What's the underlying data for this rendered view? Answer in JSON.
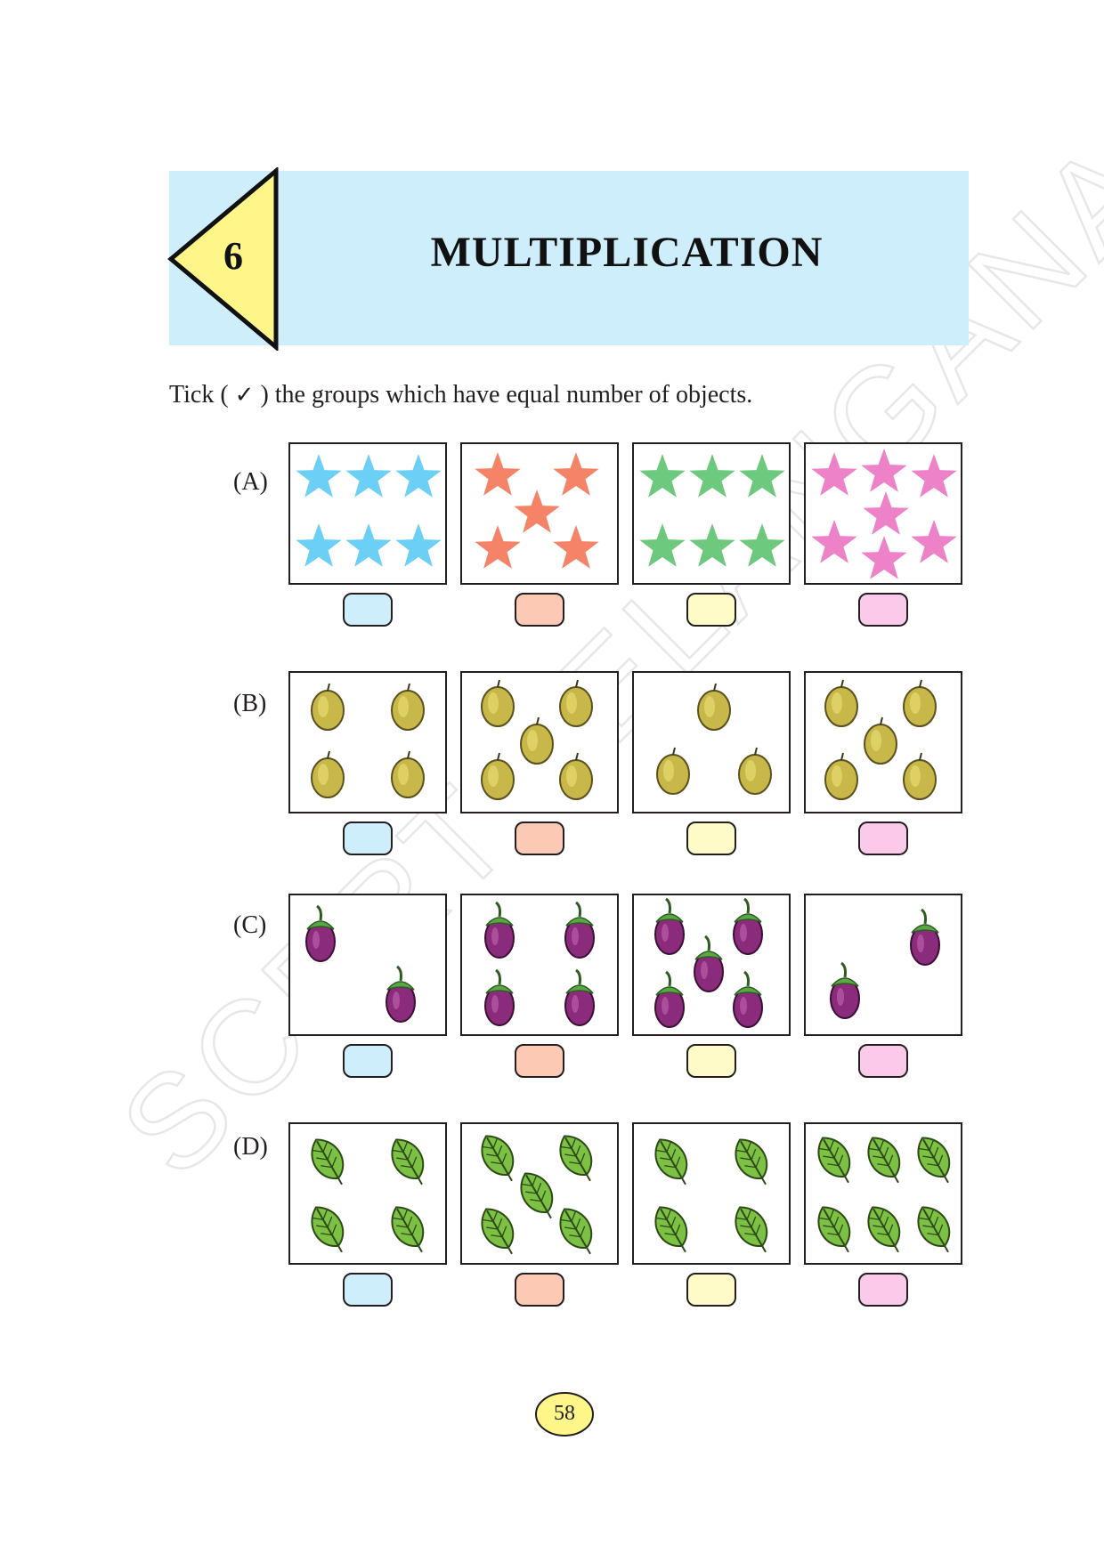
{
  "chapter": {
    "number": "6",
    "title": "MULTIPLICATION"
  },
  "instruction": {
    "before": "Tick ( ",
    "tick": "✓",
    "after": " ) the groups which have equal number of objects."
  },
  "watermark": "SCERT TELANGANA",
  "colors": {
    "banner": "#cdeefa",
    "chapter_marker": "#fef689",
    "answer_boxes": [
      "#cdeefa",
      "#fcc9b5",
      "#fefbc9",
      "#fbc9e9"
    ],
    "star_blue": "#6ccff6",
    "star_orange": "#f58367",
    "star_green": "#6dc97d",
    "star_pink": "#ee82c8",
    "fruit": "#c8b84a",
    "brinjal": "#8a2b7b",
    "leaf": "#7cc143"
  },
  "rows": [
    {
      "label": "(A)",
      "object": "star-icon",
      "groups": [
        {
          "count": 6,
          "color": "blue"
        },
        {
          "count": 5,
          "color": "orange"
        },
        {
          "count": 6,
          "color": "green"
        },
        {
          "count": 7,
          "color": "pink"
        }
      ]
    },
    {
      "label": "(B)",
      "object": "fruit-icon",
      "groups": [
        {
          "count": 4
        },
        {
          "count": 5
        },
        {
          "count": 3
        },
        {
          "count": 5
        }
      ]
    },
    {
      "label": "(C)",
      "object": "brinjal-icon",
      "groups": [
        {
          "count": 2
        },
        {
          "count": 4
        },
        {
          "count": 5
        },
        {
          "count": 2
        }
      ]
    },
    {
      "label": "(D)",
      "object": "leaf-icon",
      "groups": [
        {
          "count": 4
        },
        {
          "count": 5
        },
        {
          "count": 4
        },
        {
          "count": 6
        }
      ]
    }
  ],
  "page_number": "58"
}
